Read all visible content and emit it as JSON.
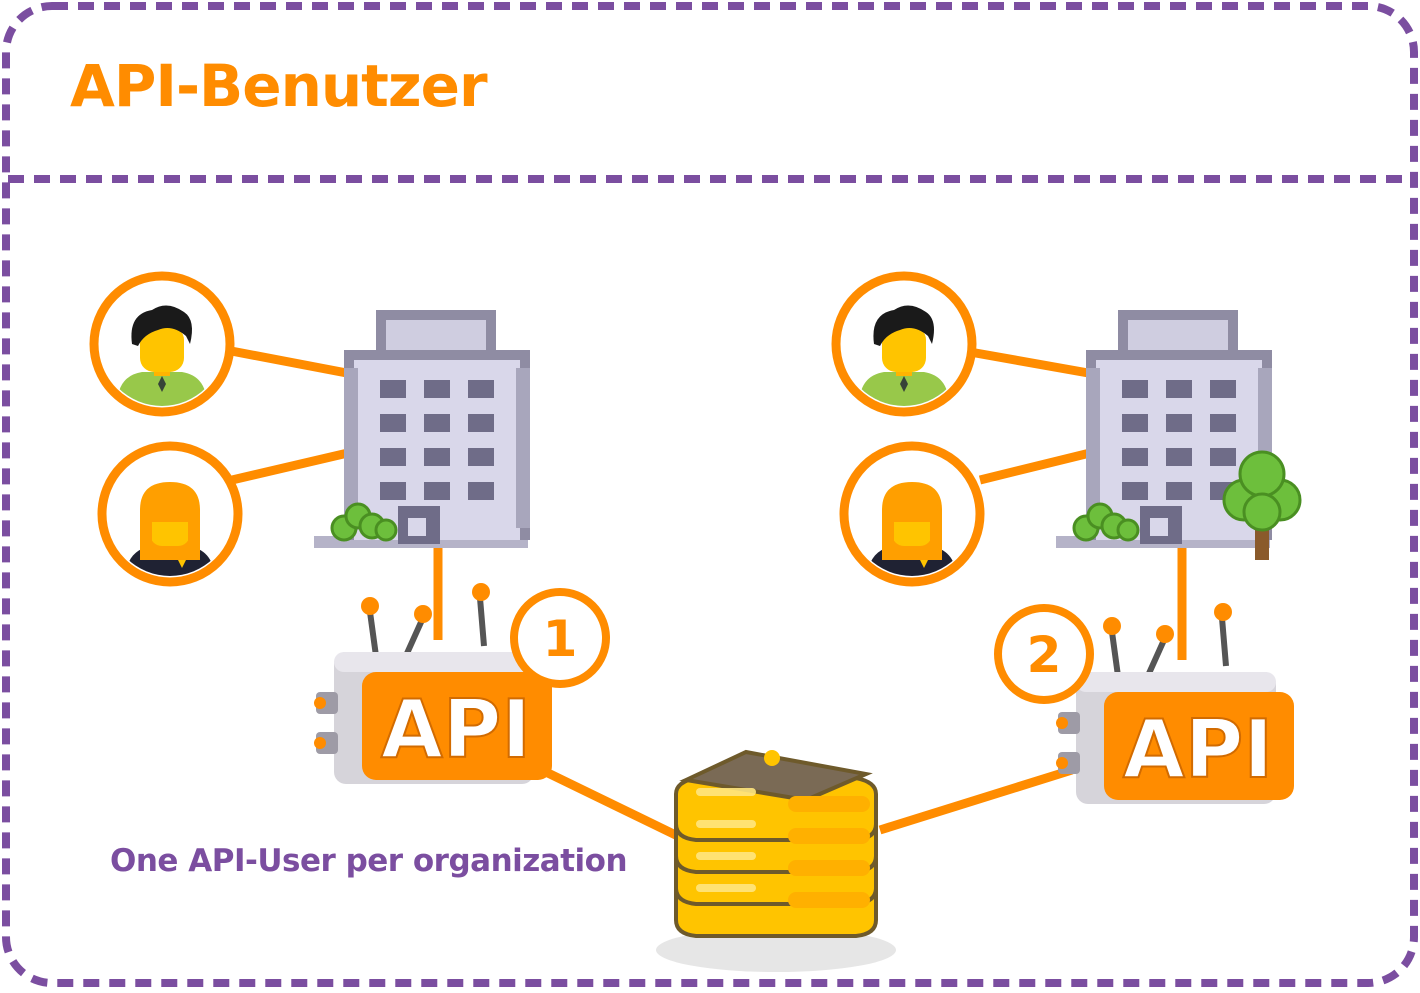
{
  "header": {
    "title": "API-Benutzer"
  },
  "diagram": {
    "caption": "One API-User per organization",
    "api_label": "API",
    "organizations": [
      {
        "badge": "1",
        "users": [
          "user-male",
          "user-female"
        ],
        "has_tree": false
      },
      {
        "badge": "2",
        "users": [
          "user-male",
          "user-female"
        ],
        "has_tree": true
      }
    ],
    "central": "database-stack-icon"
  },
  "colors": {
    "frame": "#7b4ea0",
    "accent": "#ff8c00",
    "caption": "#7b4ea0",
    "building": "#b5b3c8",
    "window": "#6f6c88",
    "db": "#ffc400",
    "shirt_green": "#98c84a",
    "shirt_dark": "#1f2233",
    "skin": "#ffc400",
    "hair_dark": "#1a1a1a"
  }
}
